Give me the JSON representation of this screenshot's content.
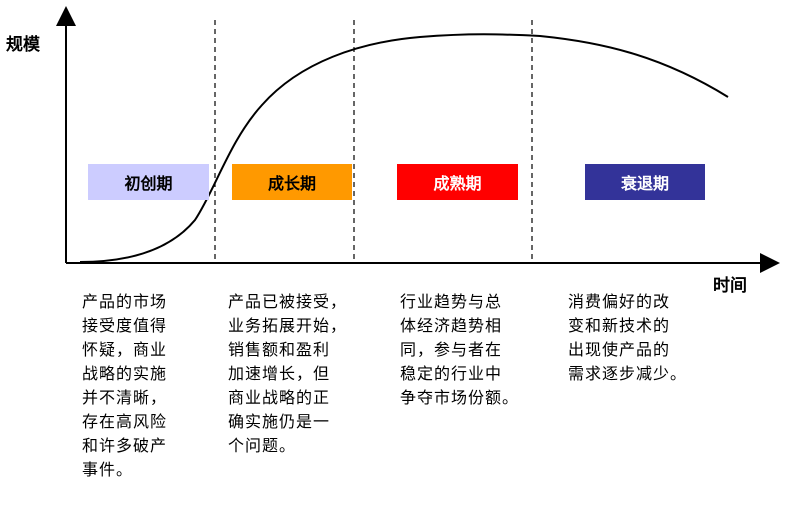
{
  "axes": {
    "y_label": "规模",
    "x_label": "时间"
  },
  "stages": [
    {
      "name": "初创期",
      "fill": "#ccccff",
      "text_color": "#000000",
      "description": [
        "产品的市场",
        "接受度值得",
        "怀疑，商业",
        "战略的实施",
        "并不清晰，",
        "存在高风险",
        "和许多破产",
        "事件。"
      ]
    },
    {
      "name": "成长期",
      "fill": "#ff9900",
      "text_color": "#000000",
      "description": [
        "产品已被接受，",
        "业务拓展开始，",
        "销售额和盈利",
        "加速增长，但",
        "商业战略的正",
        "确实施仍是一",
        "个问题。"
      ]
    },
    {
      "name": "成熟期",
      "fill": "#ff0000",
      "text_color": "#ffffff",
      "description": [
        "行业趋势与总",
        "体经济趋势相",
        "同，参与者在",
        "稳定的行业中",
        "争夺市场份额。"
      ]
    },
    {
      "name": "衰退期",
      "fill": "#333399",
      "text_color": "#ffffff",
      "description": [
        "消费偏好的改",
        "变和新技术的",
        "出现使产品的",
        "需求逐步减少。"
      ]
    }
  ]
}
